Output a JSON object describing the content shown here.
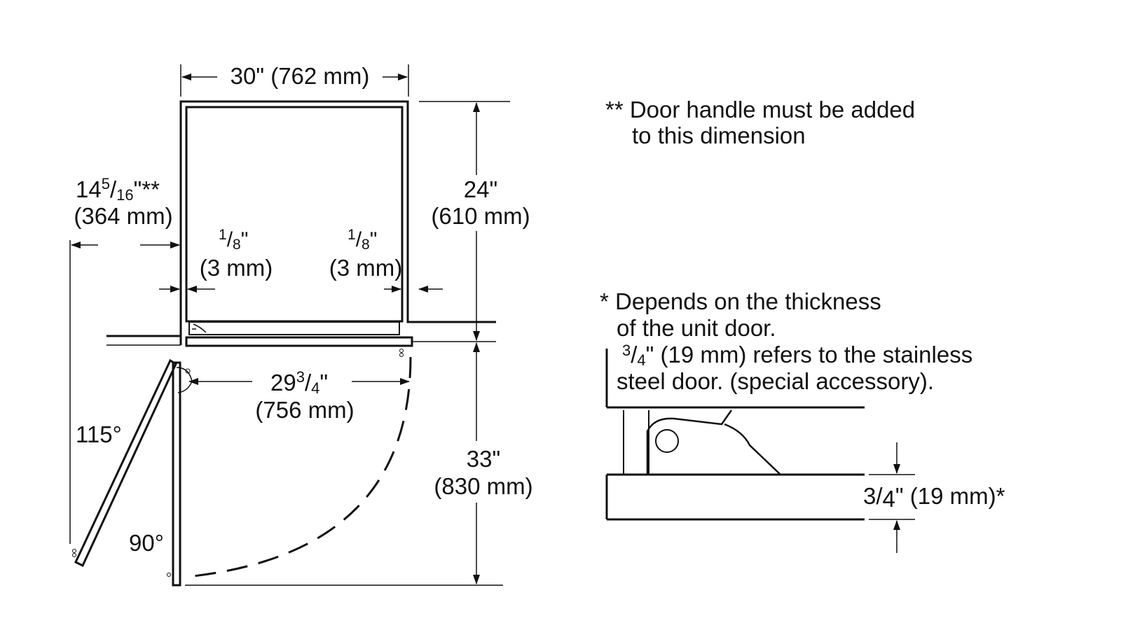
{
  "top_view": {
    "width_label": "30\" (762 mm)",
    "depth_label": {
      "line1": "24\"",
      "line2": "(610 mm)"
    },
    "door_offset_label": {
      "whole": "14",
      "num": "5",
      "den": "16",
      "suffix": "\"**",
      "line2": "(364 mm)"
    },
    "left_gap_label": {
      "num": "1",
      "den": "8",
      "suffix": "\"",
      "line2": "(3 mm)"
    },
    "right_gap_label": {
      "num": "1",
      "den": "8",
      "suffix": "\"",
      "line2": "(3 mm)"
    },
    "inner_width_label": {
      "whole": "29",
      "num": "3",
      "den": "4",
      "suffix": "\"",
      "line2": "(756 mm)"
    },
    "swing_depth_label": {
      "line1": "33\"",
      "line2": "(830 mm)"
    },
    "angle_open": "115°",
    "angle_90": "90°"
  },
  "notes": {
    "handle_note": {
      "line1": "** Door handle must be added",
      "line2": "to this dimension"
    },
    "thickness_note": {
      "line1": "* Depends on the thickness",
      "line2": "of the unit door.",
      "line3_num": "3",
      "line3_den": "4",
      "line3_rest": "\" (19 mm) refers to the stainless",
      "line4": "steel door. (special accessory)."
    }
  },
  "detail_view": {
    "door_thickness_label": {
      "num": "3",
      "den": "4",
      "suffix": "\" (19 mm)*"
    }
  }
}
